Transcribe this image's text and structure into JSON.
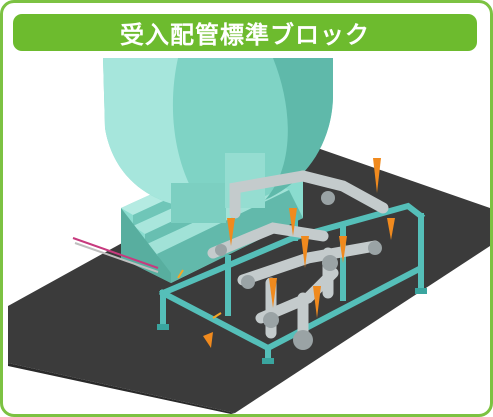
{
  "header": {
    "title": "受入配管標準ブロック"
  },
  "colors": {
    "frame_border": "#7cc242",
    "banner_fill": "#6dbb2e",
    "floor": "#3a3a3a",
    "tank": "#7fd3c5",
    "frame_steel": "#5fc2bd",
    "pipe": "#c9cfd0",
    "valve_marker": "#f08a1e"
  },
  "scene": {
    "objects": [
      "floor-plate",
      "tank-body",
      "tank-saddle-support",
      "pipe-rack-frame",
      "pipe-assembly",
      "valve-marker"
    ]
  }
}
